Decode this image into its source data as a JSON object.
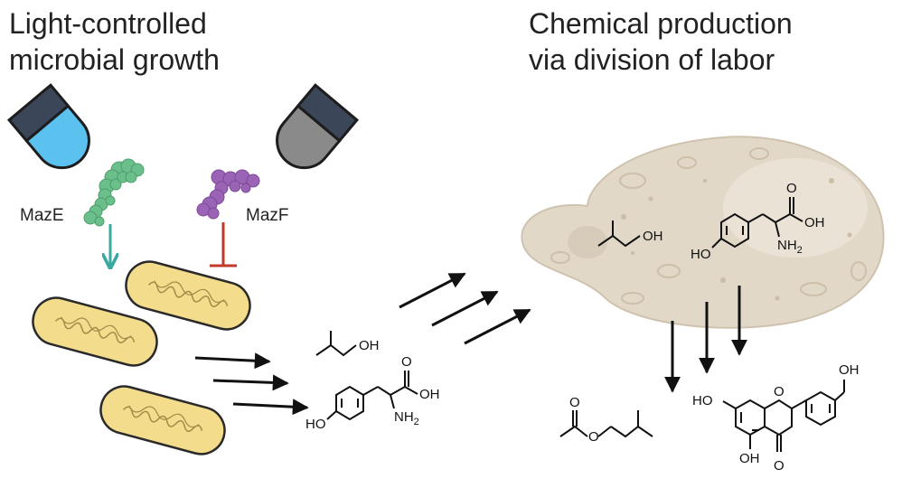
{
  "left": {
    "title_line1": "Light-controlled",
    "title_line2": "microbial growth",
    "maze_label": "MazE",
    "mazf_label": "MazF"
  },
  "right": {
    "title_line1": "Chemical production",
    "title_line2": "via division of labor"
  },
  "chem": {
    "oh": "OH",
    "ho": "HO",
    "nh2": "NH",
    "sub2": "2",
    "o": "O"
  },
  "colors": {
    "light_blue": "#5bc1ee",
    "light_gray": "#8a8a8a",
    "lamp_dark": "#3b4658",
    "maze_green": "#6abf8a",
    "mazf_purple": "#9a63b5",
    "activate_arrow": "#3aa9a0",
    "inhibit_bar": "#c0392b",
    "bacteria_fill": "#f3dc8c",
    "yeast_fill": "#e1d8c8"
  }
}
